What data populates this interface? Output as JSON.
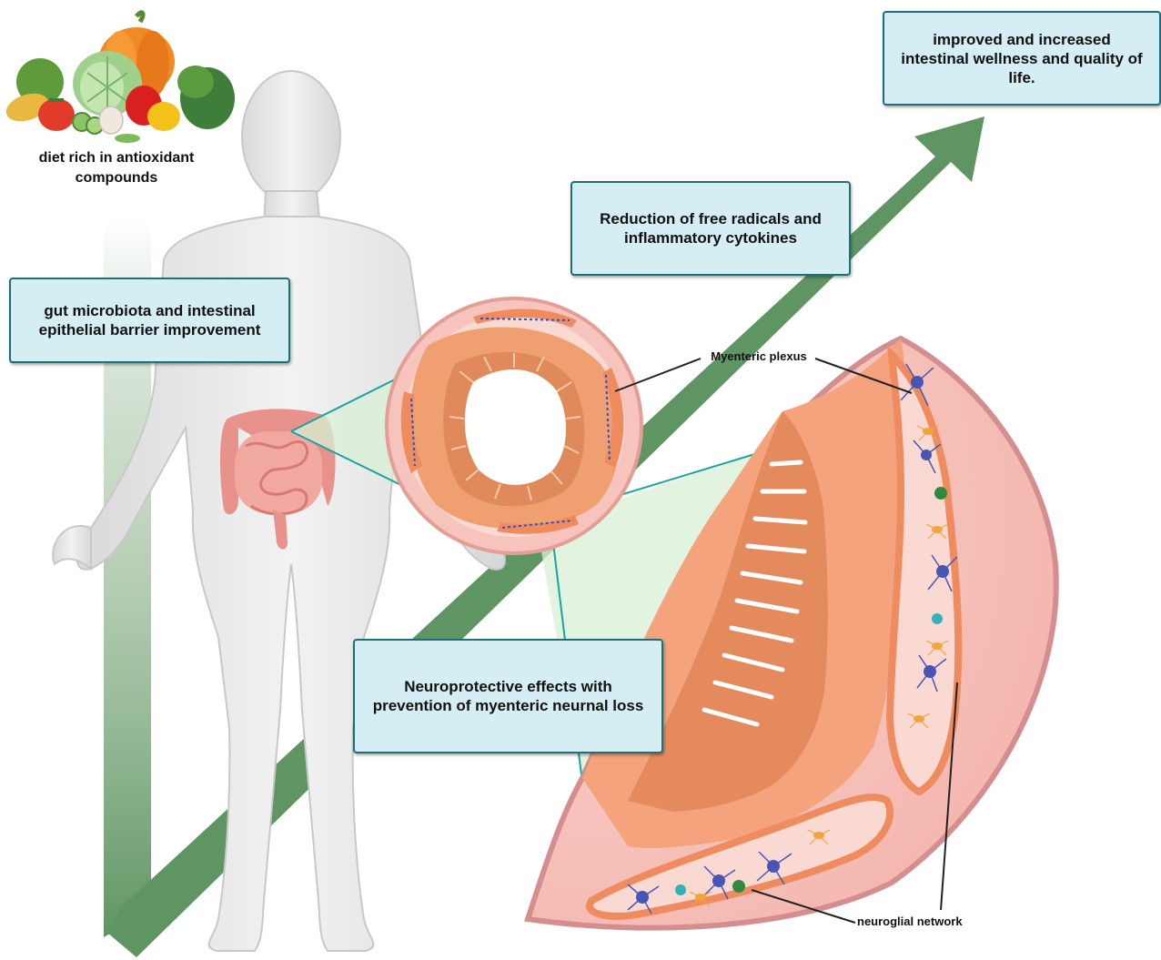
{
  "boxes": {
    "top_right": "improved and increased intestinal wellness and  quality of life.",
    "middle": "Reduction of free radicals and inflammatory cytokines",
    "left": "gut microbiota and intestinal epithelial barrier improvement",
    "bottom": "Neuroprotective effects with prevention of myenteric neurnal loss"
  },
  "labels": {
    "diet": "diet rich in antioxidant compounds",
    "myenteric": "Myenteric plexus",
    "neuroglial": "neuroglial network"
  },
  "icons": [
    "vegetables-icon",
    "human-body-icon",
    "intestine-icon",
    "intestine-cross-section-icon",
    "neuron-icon",
    "glia-icon"
  ],
  "colors": {
    "arrow": "#5f9563",
    "box_fill": "#d4eef3",
    "box_border": "#1f6f74",
    "tissue_outer": "#f8c6bf",
    "muscle": "#ef8c5f",
    "mucosa": "#e48a5d"
  }
}
